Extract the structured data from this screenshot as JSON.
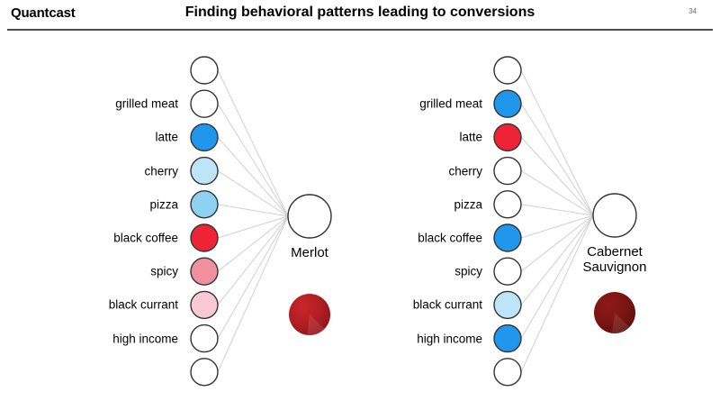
{
  "header": {
    "brand": "Quantcast",
    "title": "Finding behavioral patterns leading to conversions",
    "page_number": "34"
  },
  "palette": {
    "blue_strong": "#2196ed",
    "blue_light": "#8ed2f2",
    "blue_pale": "#bde4f7",
    "red_strong": "#ee2436",
    "pink_mid": "#ef8fa0",
    "pink_pale": "#f8c9d4",
    "white": "#ffffff",
    "node_stroke": "#333333",
    "edge": "#d0d0d0",
    "merlot_wine": "#b01d22",
    "cabernet_wine": "#7a1512"
  },
  "networks": [
    {
      "id": "merlot-network",
      "output_label": "Merlot",
      "output_label_lines": [
        "Merlot"
      ],
      "wine_color": "#b01d22",
      "nodes": [
        {
          "label": "",
          "fill": "#ffffff"
        },
        {
          "label": "grilled meat",
          "fill": "#ffffff"
        },
        {
          "label": "latte",
          "fill": "#2196ed"
        },
        {
          "label": "cherry",
          "fill": "#bde4f7"
        },
        {
          "label": "pizza",
          "fill": "#8ed2f2"
        },
        {
          "label": "black coffee",
          "fill": "#ee2436"
        },
        {
          "label": "spicy",
          "fill": "#ef8fa0"
        },
        {
          "label": "black currant",
          "fill": "#f8c9d4"
        },
        {
          "label": "high income",
          "fill": "#ffffff"
        },
        {
          "label": "",
          "fill": "#ffffff"
        }
      ]
    },
    {
      "id": "cabernet-network",
      "output_label": "Cabernet Sauvignon",
      "output_label_lines": [
        "Cabernet",
        "Sauvignon"
      ],
      "wine_color": "#7a1512",
      "nodes": [
        {
          "label": "",
          "fill": "#ffffff"
        },
        {
          "label": "grilled meat",
          "fill": "#2196ed"
        },
        {
          "label": "latte",
          "fill": "#ee2436"
        },
        {
          "label": "cherry",
          "fill": "#ffffff"
        },
        {
          "label": "pizza",
          "fill": "#ffffff"
        },
        {
          "label": "black coffee",
          "fill": "#2196ed"
        },
        {
          "label": "spicy",
          "fill": "#ffffff"
        },
        {
          "label": "black currant",
          "fill": "#bde4f7"
        },
        {
          "label": "high income",
          "fill": "#2196ed"
        },
        {
          "label": "",
          "fill": "#ffffff"
        }
      ]
    }
  ]
}
